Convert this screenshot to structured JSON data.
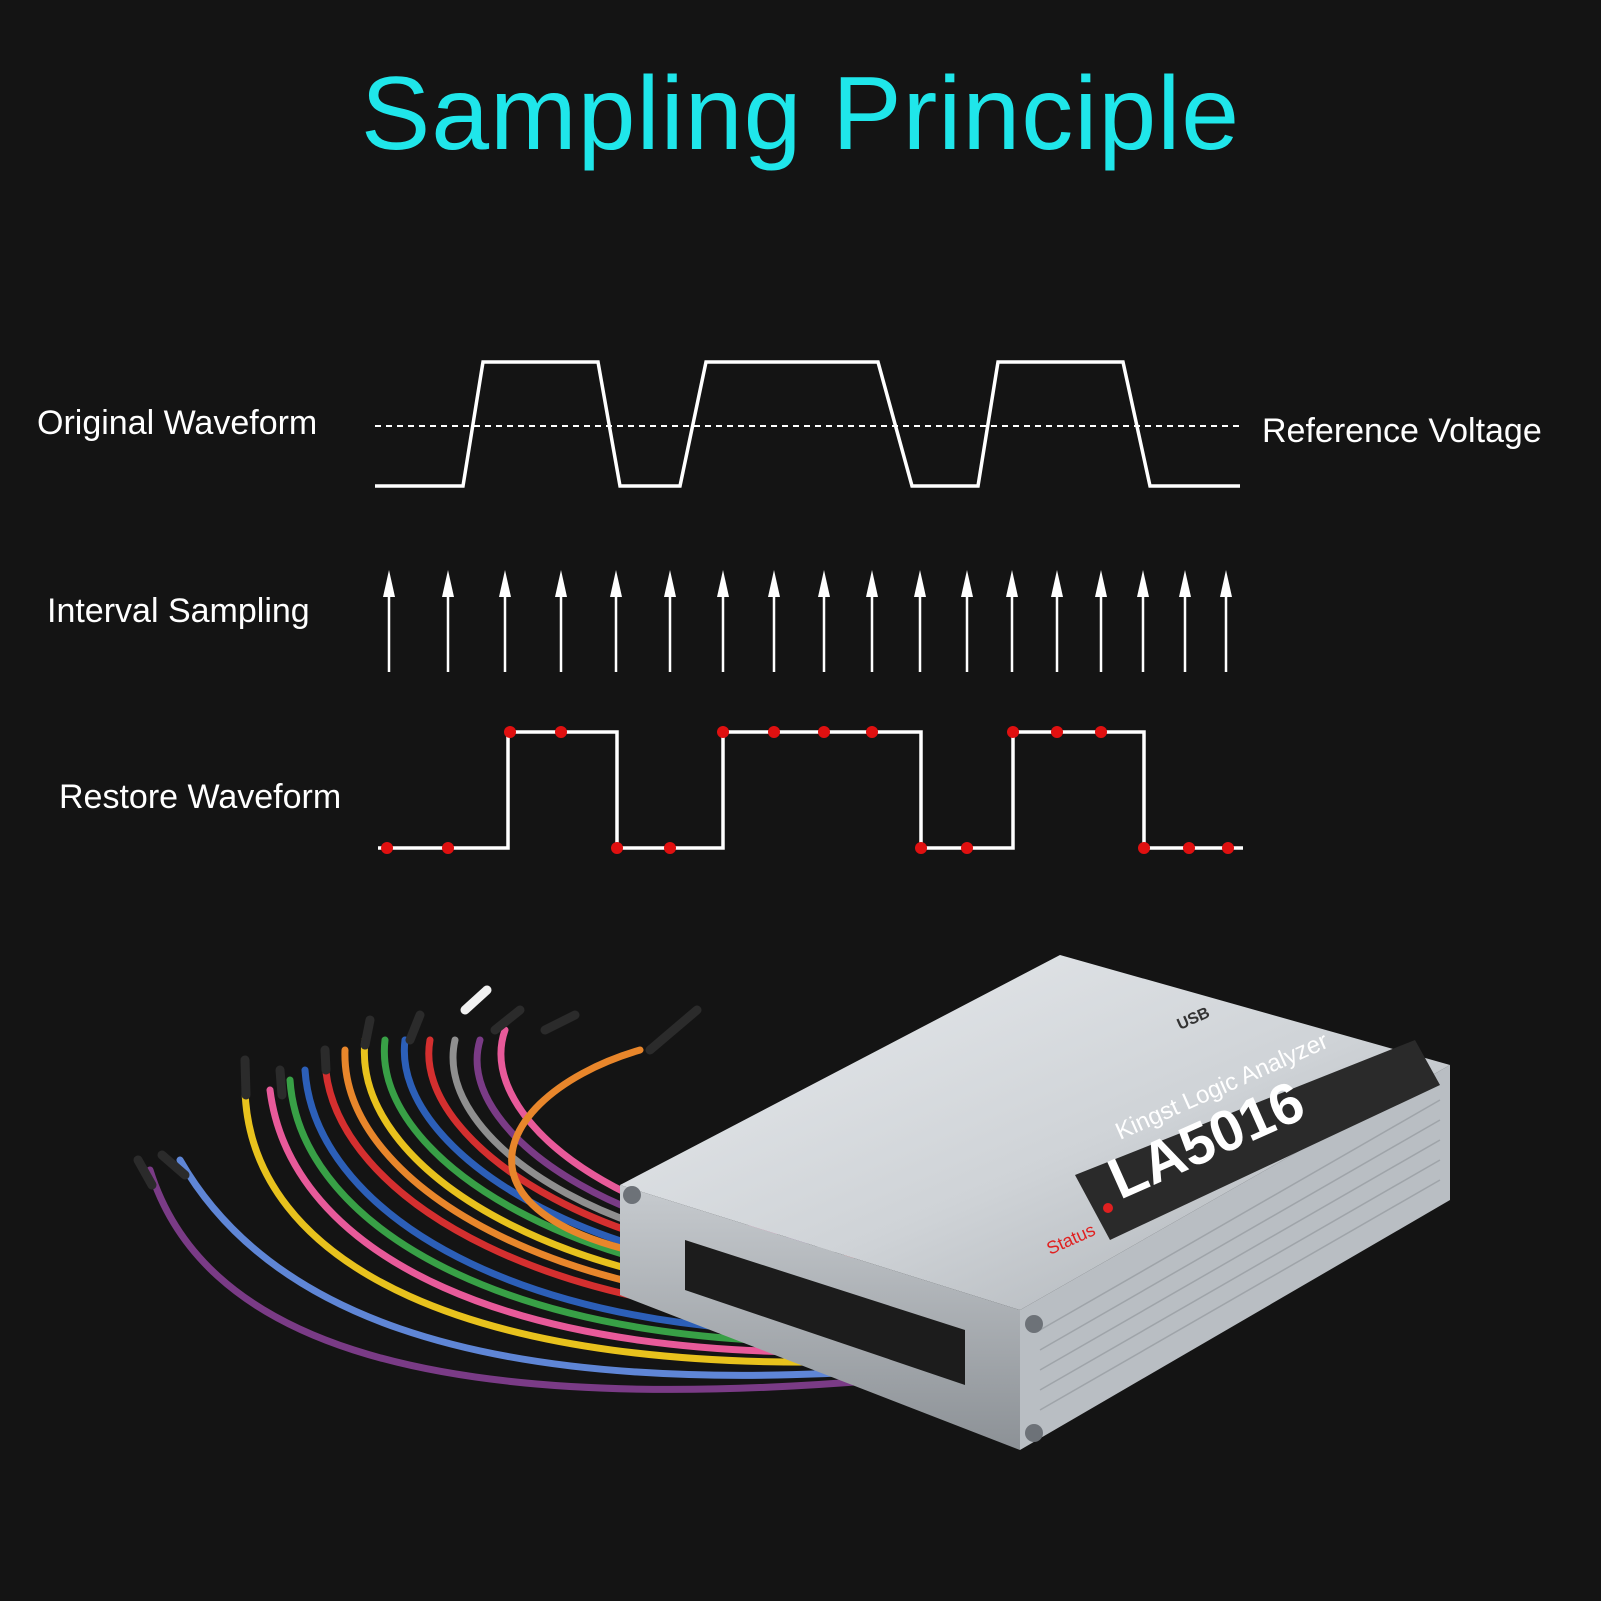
{
  "title": "Sampling Principle",
  "labels": {
    "original": "Original Waveform",
    "reference": "Reference Voltage",
    "interval": "Interval Sampling",
    "restore": "Restore Waveform"
  },
  "colors": {
    "title": "#1fe6ea",
    "waveform": "#ffffff",
    "sample_point": "#e01010",
    "background": "#141414"
  },
  "device": {
    "brand": "Kingst Logic Analyzer",
    "model": "LA5016",
    "status": "Status",
    "usb": "USB"
  }
}
